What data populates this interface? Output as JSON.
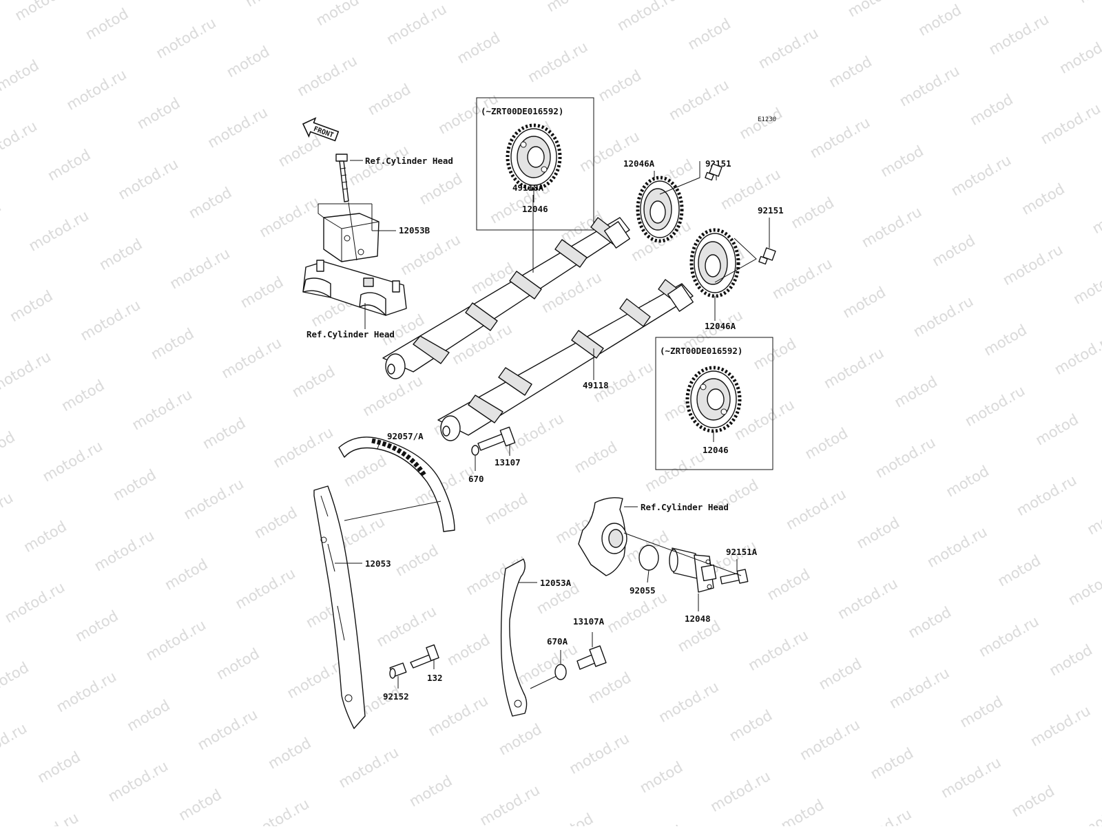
{
  "watermark": "motod.ru",
  "diagram_code": "E1230",
  "front_arrow": "FRONT",
  "callouts": {
    "ref_head_top": "Ref.Cylinder Head",
    "ref_head_mid": "Ref.Cylinder Head",
    "ref_head_tensioner": "Ref.Cylinder Head",
    "p12053B": "12053B",
    "p12046A_top": "12046A",
    "p92151_top": "92151",
    "p92151_mid": "92151",
    "p49118A": "49118A",
    "p12046A_mid": "12046A",
    "p49118": "49118",
    "p12046_box1": "12046",
    "p12046_box2": "12046",
    "p92057A": "92057/A",
    "p13107": "13107",
    "p670": "670",
    "p12053": "12053",
    "p12053A": "12053A",
    "p92151A": "92151A",
    "p92055": "92055",
    "p12048": "12048",
    "p13107A": "13107A",
    "p670A": "670A",
    "p132": "132",
    "p92152": "92152"
  },
  "serial_note_1": "(~ZRT00DE016592)",
  "serial_note_2": "(~ZRT00DE016592)"
}
